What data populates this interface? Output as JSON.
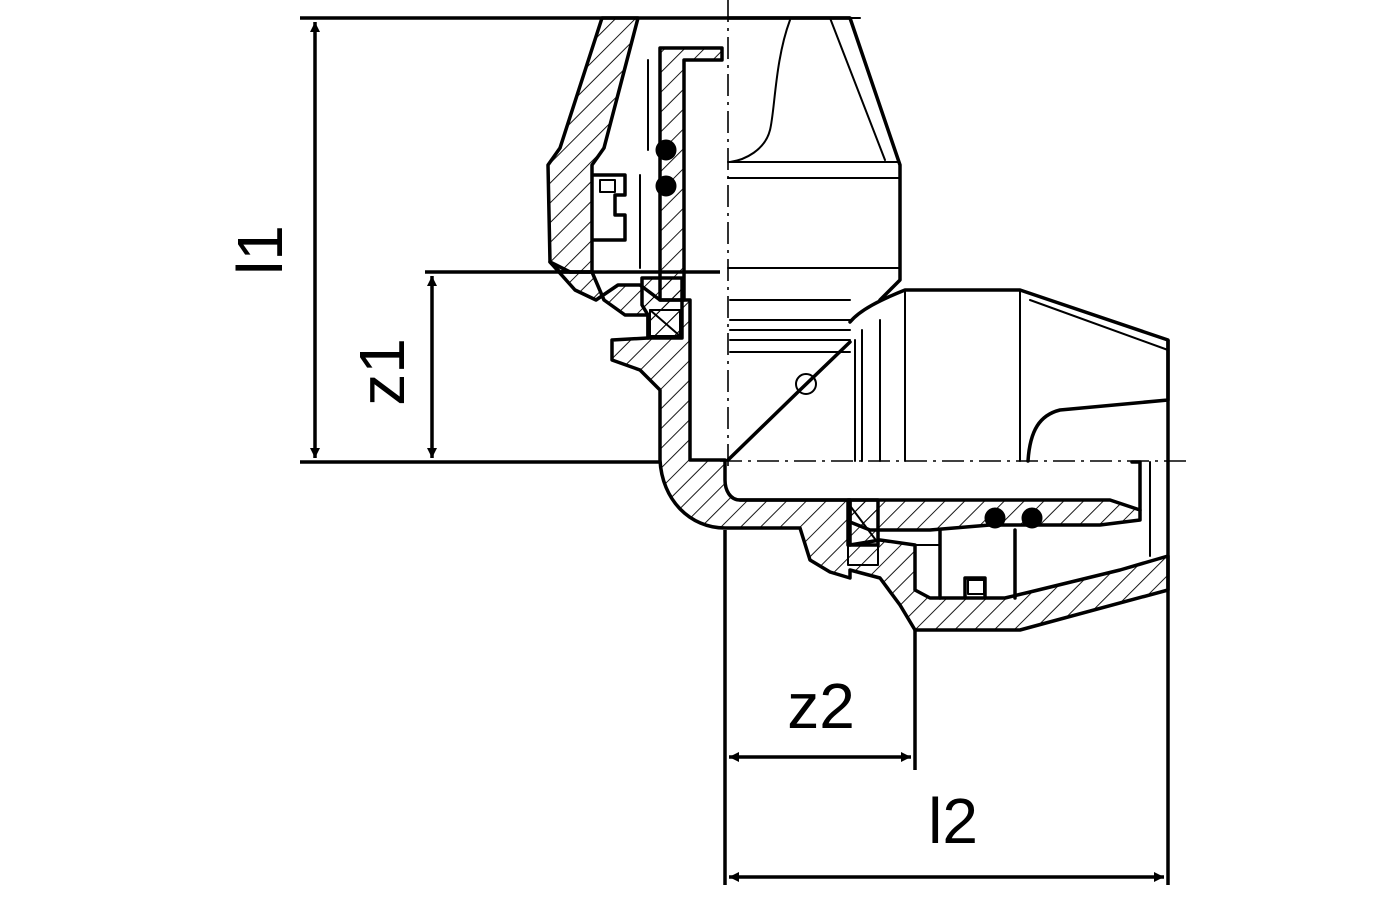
{
  "dimensions": {
    "l1": "l1",
    "z1": "z1",
    "z2": "z2",
    "l2": "l2"
  },
  "colors": {
    "line": "#000000",
    "background": "#ffffff"
  }
}
